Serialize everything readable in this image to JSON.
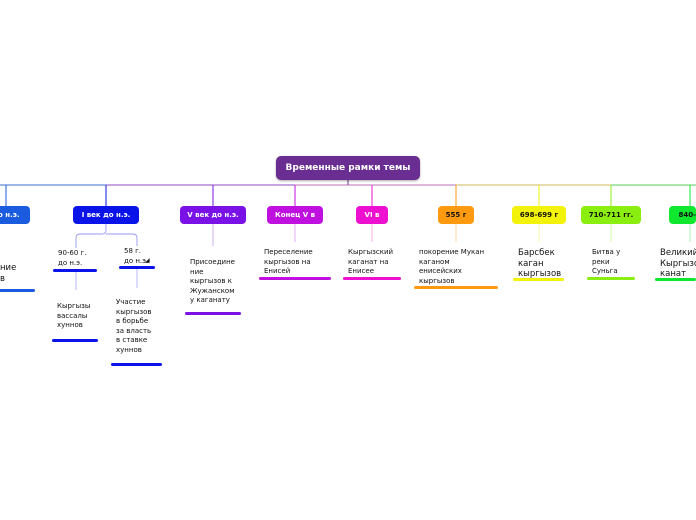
{
  "root": {
    "label": "Временные рамки темы",
    "color": "#6a2d91"
  },
  "nodes": [
    {
      "id": "n0",
      "label": "до н.э.",
      "color": "#1a5be0",
      "text_color": "#ffffff"
    },
    {
      "id": "n1",
      "label": "I век до н.э.",
      "color": "#0a14e8",
      "text_color": "#ffffff"
    },
    {
      "id": "n2",
      "label": "V век до н.э.",
      "color": "#7a12e8",
      "text_color": "#ffffff"
    },
    {
      "id": "n3",
      "label": "Конец V в",
      "color": "#c010e0",
      "text_color": "#ffffff"
    },
    {
      "id": "n4",
      "label": "VI в",
      "color": "#ee10d0",
      "text_color": "#ffffff"
    },
    {
      "id": "n5",
      "label": "555 г",
      "color": "#ff9a10",
      "text_color": "#111111"
    },
    {
      "id": "n6",
      "label": "698-699 г",
      "color": "#f2f20a",
      "text_color": "#111111"
    },
    {
      "id": "n7",
      "label": "710-711 гг.",
      "color": "#8aee10",
      "text_color": "#111111"
    },
    {
      "id": "n8",
      "label": "840-",
      "color": "#10e830",
      "text_color": "#111111"
    }
  ],
  "leaves": [
    {
      "id": "l0",
      "text": "ние\nв"
    },
    {
      "id": "l1a",
      "text": "90-60 г.\nдо н.э."
    },
    {
      "id": "l1b",
      "text": "58 г.\nдо н.э."
    },
    {
      "id": "l1a1",
      "text": "Кыргызы\nвассалы\nхуннов"
    },
    {
      "id": "l1b1",
      "text": "Участие\nкыргызов\nв борьбе\nза власть\nв ставке\nхуннов"
    },
    {
      "id": "l2",
      "text": "Присоедине\nние\nкыргызов к\nЖужанском\nу каганату"
    },
    {
      "id": "l3",
      "text": "Переселение\nкыргызов на\nЕнисей"
    },
    {
      "id": "l4",
      "text": "Кыргызский\nкаганат на\nЕнисее"
    },
    {
      "id": "l5",
      "text": "покорение Мукан\nкаганом\nенисейских\nкыргызов"
    },
    {
      "id": "l6",
      "text": "Барсбек\nкаган\nкыргызов"
    },
    {
      "id": "l7",
      "text": "Битва у\nреки\nСуньга"
    },
    {
      "id": "l8",
      "text": "Великий\nКыргызс\nканат"
    }
  ]
}
